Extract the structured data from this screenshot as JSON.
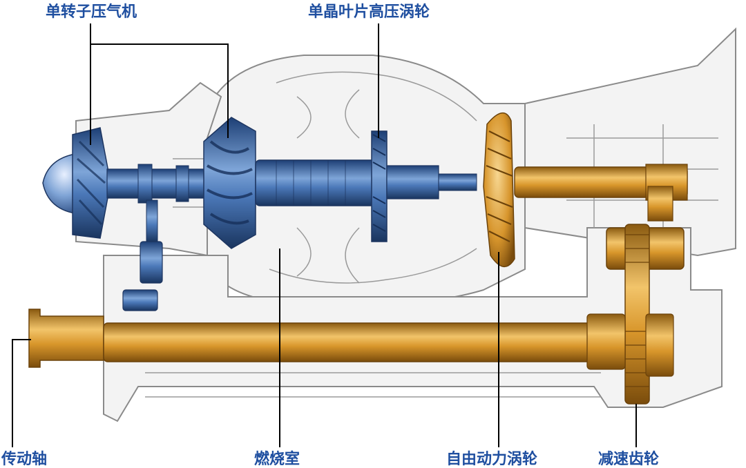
{
  "labels": {
    "compressor": "单转子压气机",
    "hp_turbine": "单晶叶片高压涡轮",
    "drive_shaft": "传动轴",
    "combustor": "燃烧室",
    "power_turbine": "自由动力涡轮",
    "reduction_gear": "减速齿轮"
  },
  "colors": {
    "label": "#1f4fa0",
    "blue_parts": "#3c6db3",
    "gold_parts": "#d08f22",
    "outline": "#8a8a8a",
    "leader": "#000000"
  }
}
